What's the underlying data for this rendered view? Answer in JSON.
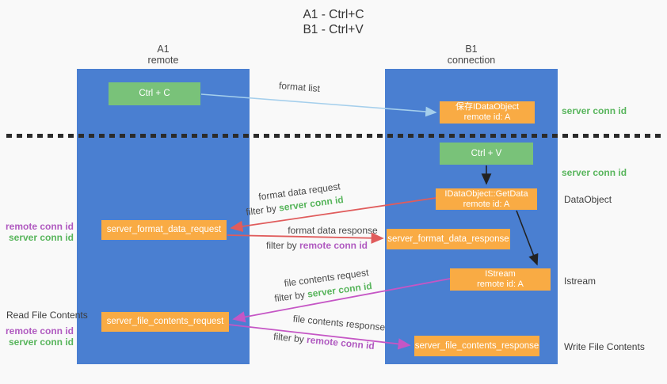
{
  "title": {
    "line1": "A1 - Ctrl+C",
    "line2": "B1 - Ctrl+V"
  },
  "columns": {
    "left": {
      "id": "A1",
      "role": "remote"
    },
    "right": {
      "id": "B1",
      "role": "connection"
    }
  },
  "nodes": {
    "ctrl_c": "Ctrl + C",
    "save_obj_line1": "保存IDataObject",
    "save_obj_line2": "remote id: A",
    "ctrl_v": "Ctrl + V",
    "getdata_line1": "IDataObject::GetData",
    "getdata_line2": "remote id: A",
    "format_request": "server_format_data_request",
    "format_response": "server_format_data_response",
    "istream_line1": "IStream",
    "istream_line2": "remote id: A",
    "file_request": "server_file_contents_request",
    "file_response": "server_file_contents_response"
  },
  "side_labels": {
    "server_conn_id_top": "server conn id",
    "server_conn_id_mid": "server conn id",
    "dataobject": "DataObject",
    "istream": "Istream",
    "write_file": "Write File Contents",
    "read_file": "Read File Contents",
    "remote_conn_id_1": "remote conn id",
    "server_conn_id_1": "server conn id",
    "remote_conn_id_2": "remote conn id",
    "server_conn_id_2": "server conn id"
  },
  "edge_labels": {
    "format_list": "format list",
    "format_data_request": "format data request",
    "format_data_response": "format data response",
    "file_contents_request": "file contents request",
    "file_contents_response": "file contents response",
    "filter_by": "filter by ",
    "server_conn_id": "server conn id",
    "remote_conn_id": "remote conn id"
  },
  "colors": {
    "column_blue": "#4a7fd1",
    "box_green": "#79c279",
    "box_orange": "#f9ab44",
    "arrow_red": "#e05c5c",
    "arrow_magenta": "#c556c5",
    "arrow_lightblue": "#a5cfec",
    "arrow_black": "#222222",
    "text_green": "#58b55c",
    "text_purple": "#b05ac0"
  }
}
